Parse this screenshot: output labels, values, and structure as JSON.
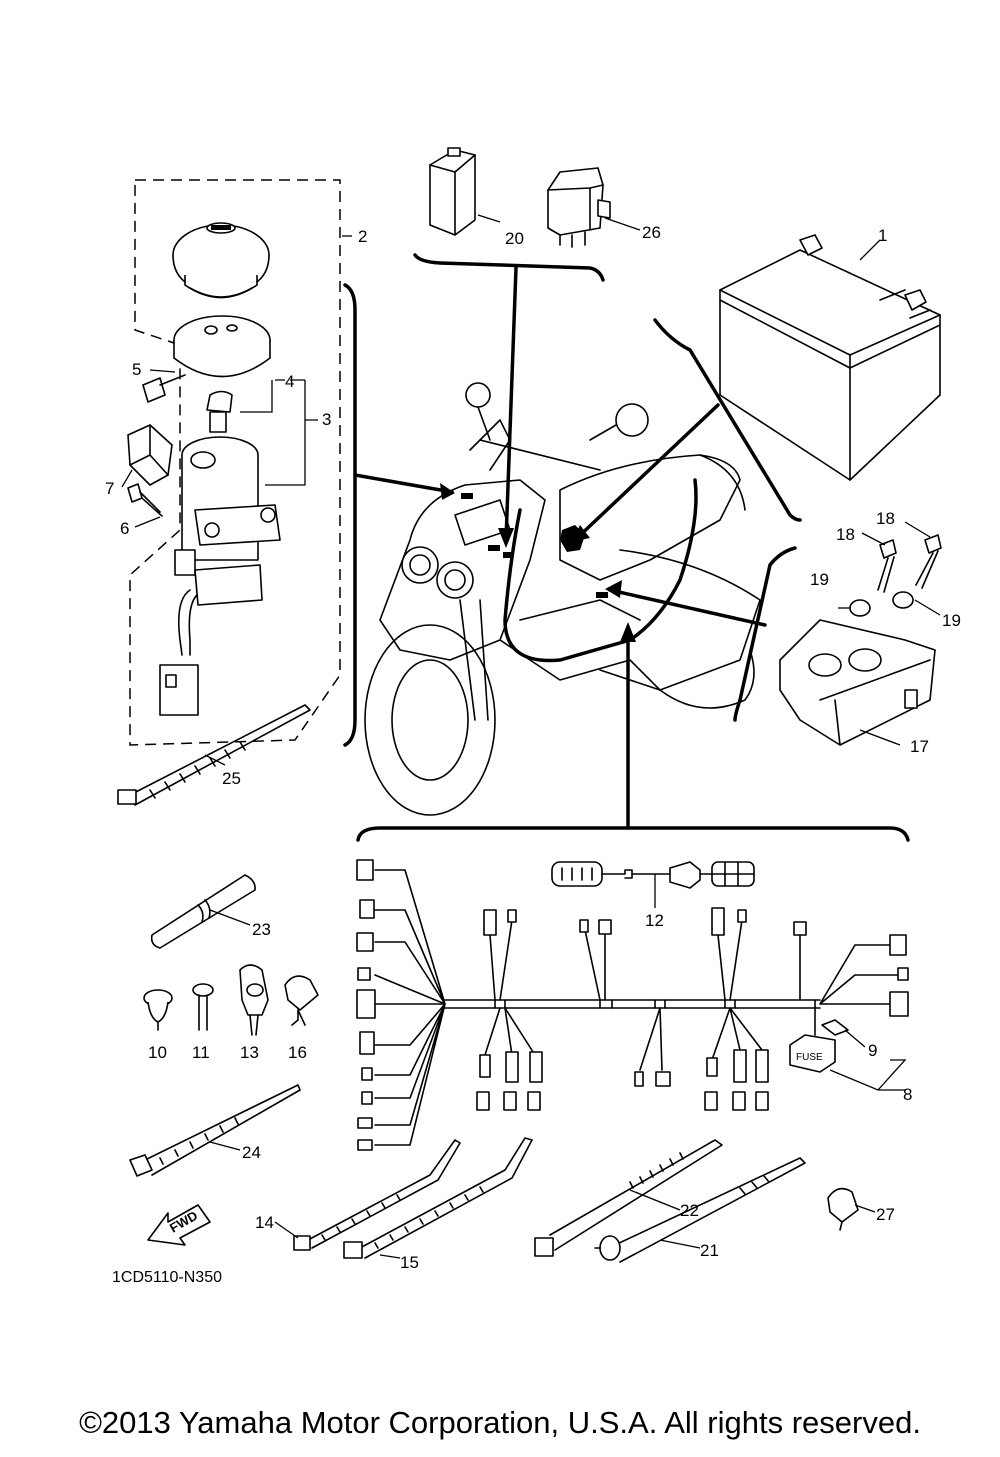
{
  "diagram": {
    "drawing_code": "1CD5110-N350",
    "fwd_label": "FWD",
    "fuse_label": "FUSE",
    "copyright": "©2013 Yamaha Motor Corporation, U.S.A. All rights reserved.",
    "callouts": [
      {
        "id": "p1",
        "label": "1"
      },
      {
        "id": "p2",
        "label": "2"
      },
      {
        "id": "p3",
        "label": "3"
      },
      {
        "id": "p4",
        "label": "4"
      },
      {
        "id": "p5",
        "label": "5"
      },
      {
        "id": "p6",
        "label": "6"
      },
      {
        "id": "p7",
        "label": "7"
      },
      {
        "id": "p8",
        "label": "8"
      },
      {
        "id": "p9",
        "label": "9"
      },
      {
        "id": "p10",
        "label": "10"
      },
      {
        "id": "p11",
        "label": "11"
      },
      {
        "id": "p12",
        "label": "12"
      },
      {
        "id": "p13",
        "label": "13"
      },
      {
        "id": "p14",
        "label": "14"
      },
      {
        "id": "p15",
        "label": "15"
      },
      {
        "id": "p16",
        "label": "16"
      },
      {
        "id": "p17",
        "label": "17"
      },
      {
        "id": "p18a",
        "label": "18"
      },
      {
        "id": "p18b",
        "label": "18"
      },
      {
        "id": "p19a",
        "label": "19"
      },
      {
        "id": "p19b",
        "label": "19"
      },
      {
        "id": "p20",
        "label": "20"
      },
      {
        "id": "p21",
        "label": "21"
      },
      {
        "id": "p22",
        "label": "22"
      },
      {
        "id": "p23",
        "label": "23"
      },
      {
        "id": "p24",
        "label": "24"
      },
      {
        "id": "p25",
        "label": "25"
      },
      {
        "id": "p26",
        "label": "26"
      },
      {
        "id": "p27",
        "label": "27"
      }
    ]
  }
}
